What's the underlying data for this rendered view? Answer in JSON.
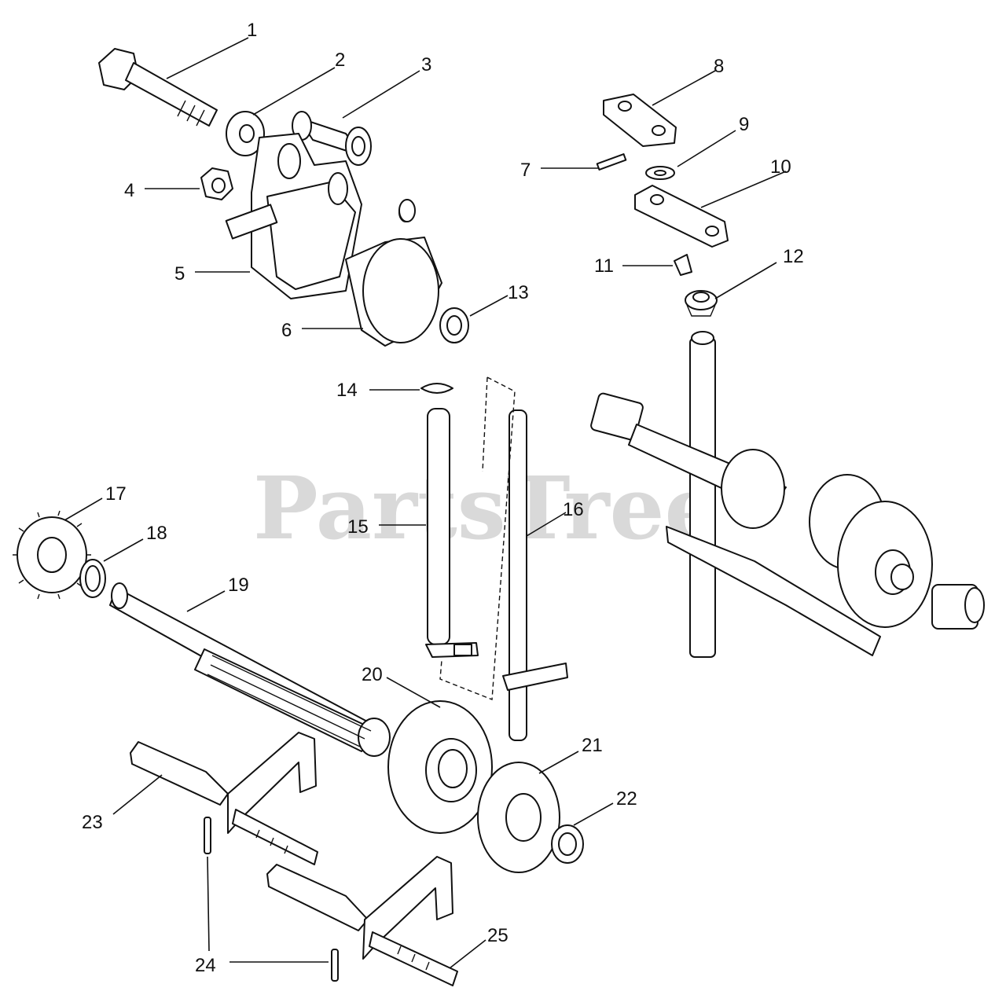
{
  "diagram": {
    "watermark": "PartsTree",
    "parts": [
      {
        "id": "1",
        "label": "1"
      },
      {
        "id": "2",
        "label": "2"
      },
      {
        "id": "3",
        "label": "3"
      },
      {
        "id": "4",
        "label": "4"
      },
      {
        "id": "5",
        "label": "5"
      },
      {
        "id": "6",
        "label": "6"
      },
      {
        "id": "7",
        "label": "7"
      },
      {
        "id": "8",
        "label": "8"
      },
      {
        "id": "9",
        "label": "9"
      },
      {
        "id": "10",
        "label": "10"
      },
      {
        "id": "11",
        "label": "11"
      },
      {
        "id": "12",
        "label": "12"
      },
      {
        "id": "13",
        "label": "13"
      },
      {
        "id": "14",
        "label": "14"
      },
      {
        "id": "15",
        "label": "15"
      },
      {
        "id": "16",
        "label": "16"
      },
      {
        "id": "17",
        "label": "17"
      },
      {
        "id": "18",
        "label": "18"
      },
      {
        "id": "19",
        "label": "19"
      },
      {
        "id": "20",
        "label": "20"
      },
      {
        "id": "21",
        "label": "21"
      },
      {
        "id": "22",
        "label": "22"
      },
      {
        "id": "23",
        "label": "23"
      },
      {
        "id": "24",
        "label": "24"
      },
      {
        "id": "25",
        "label": "25"
      }
    ]
  }
}
